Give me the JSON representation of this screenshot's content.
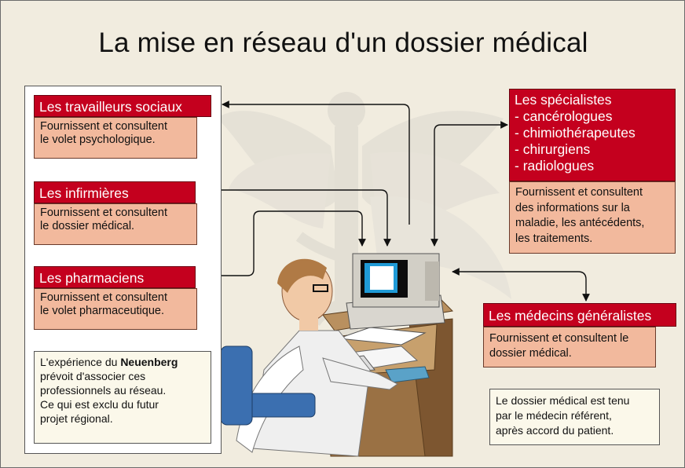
{
  "title": "La mise en réseau d'un dossier médical",
  "groups": {
    "social": {
      "title": "Les travailleurs sociaux",
      "desc": [
        "Fournissent et consultent",
        "le volet psychologique."
      ]
    },
    "nurses": {
      "title": "Les infirmières",
      "desc": [
        "Fournissent et consultent",
        "le dossier médical."
      ]
    },
    "pharmacists": {
      "title": "Les pharmaciens",
      "desc": [
        "Fournissent et consultent",
        "le volet pharmaceutique."
      ]
    },
    "specialists": {
      "title": [
        "Les spécialistes",
        "- cancérologues",
        "- chimiothérapeutes",
        "- chirurgiens",
        "- radiologues"
      ],
      "desc": [
        "Fournissent et consultent",
        "des informations sur la",
        "maladie, les antécédents,",
        "les traitements."
      ]
    },
    "gps": {
      "title": "Les médecins généralistes",
      "desc": [
        "Fournissent et consultent le",
        "dossier médical."
      ]
    }
  },
  "notes": {
    "neuenberg": {
      "pre": "L'expérience du ",
      "bold": "Neuenberg",
      "lines": [
        "prévoit d'associer ces",
        "professionnels au réseau.",
        "Ce qui est exclu du futur",
        "projet régional."
      ]
    },
    "referent": [
      "Le dossier médical est tenu",
      "par le médecin référent,",
      "après accord du patient."
    ]
  },
  "colors": {
    "header": "#c4001e",
    "body": "#f2b99d",
    "background": "#f1ecdf"
  }
}
